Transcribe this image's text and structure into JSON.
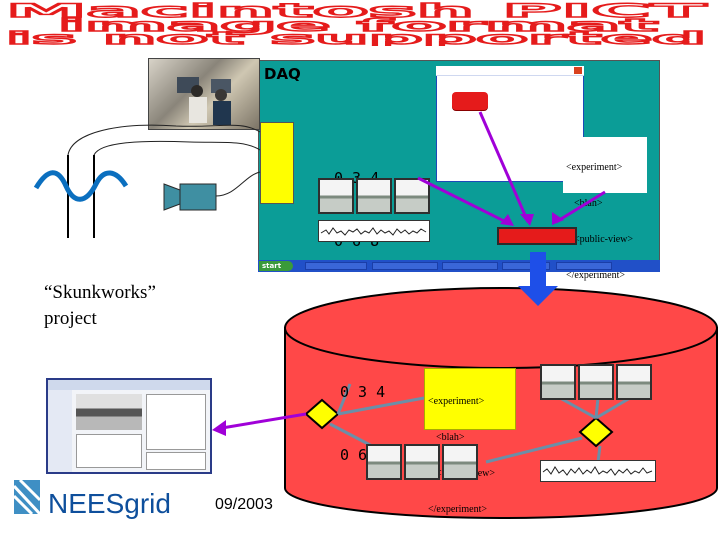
{
  "banner": {
    "line1": "Macintosh PICT",
    "line2": "image format",
    "line3": "is not supported",
    "color": "#e51b1b"
  },
  "daq": {
    "label": "DAQ",
    "start_label": "start"
  },
  "counter_top": {
    "row1": "0 3 4",
    "row2": "0 6 8"
  },
  "counter_bottom": {
    "row1": "0 3 4",
    "row2": "0 6 8"
  },
  "xml_top": [
    "<experiment>",
    "<blah>",
    "<public-view>",
    "</experiment>"
  ],
  "xml_bottom": [
    "<experiment>",
    "<blah>",
    "<public-view>",
    "</experiment>"
  ],
  "caption": {
    "line1": "“Skunkworks”",
    "line2": "project"
  },
  "date": "09/2003",
  "logo": {
    "nees": "NEES",
    "grid": "grid"
  },
  "colors": {
    "daq_background": "#0b9d97",
    "repository": "#ff4848",
    "accent_red": "#e51b1b",
    "yellow": "#ffff00",
    "arrow_purple": "#a000d8",
    "arrow_blue": "#1e4fe8",
    "link_grey": "#6b8fa8"
  }
}
